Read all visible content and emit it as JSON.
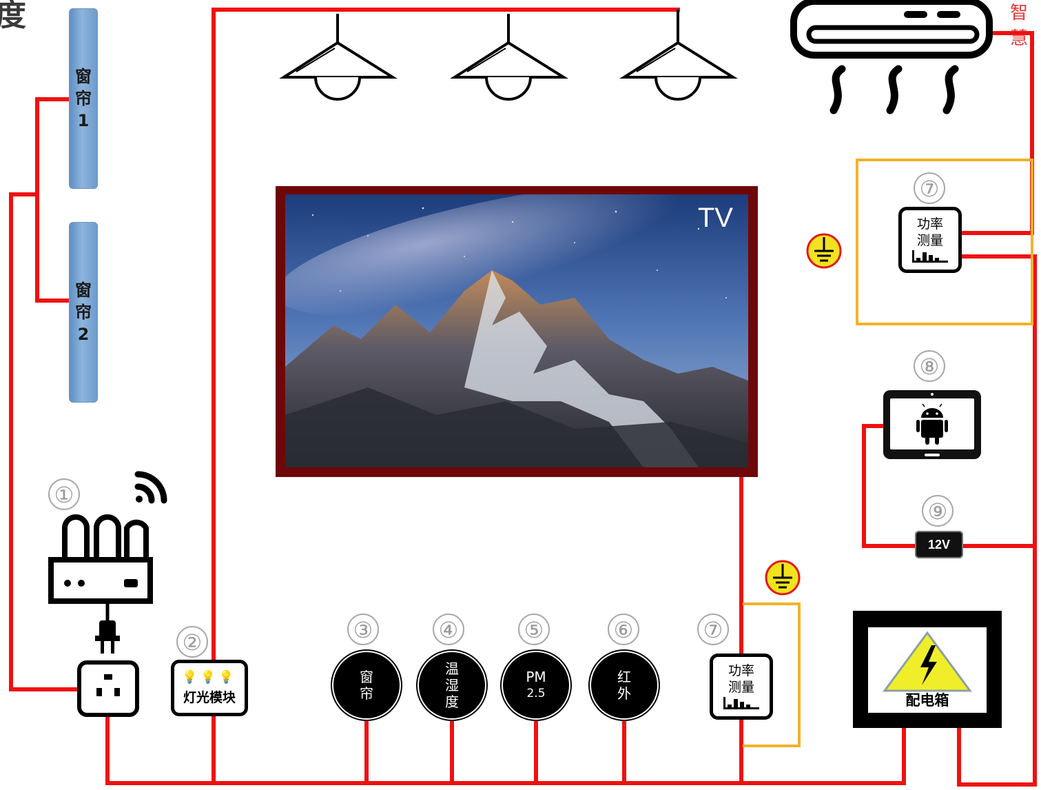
{
  "logo_text": "度",
  "brand_text": "智慧",
  "curtains": [
    {
      "chars": [
        "窗",
        "帘",
        "1"
      ]
    },
    {
      "chars": [
        "窗",
        "帘",
        "2"
      ]
    }
  ],
  "tv": {
    "label": "TV"
  },
  "numbers": {
    "n1": "①",
    "n2": "②",
    "n3": "③",
    "n4": "④",
    "n5": "⑤",
    "n6": "⑥",
    "n7a": "⑦",
    "n7b": "⑦",
    "n8": "⑧",
    "n9": "⑨"
  },
  "light_module": {
    "bulbs": "💡💡💡",
    "label": "灯光模块"
  },
  "sensors": [
    {
      "line1": "窗",
      "line2": "帘"
    },
    {
      "line1": "温",
      "line2": "湿",
      "line3": "度"
    },
    {
      "line1": "PM",
      "line2": "2.5"
    },
    {
      "line1": "红",
      "line2": "外"
    }
  ],
  "power_meter": {
    "line1": "功率",
    "line2": "测量"
  },
  "power_supply": {
    "label": "12V"
  },
  "distribution_box": {
    "label": "配电箱"
  },
  "colors": {
    "wire": "#ee1111",
    "ground_wire": "#f2b22a",
    "tv_frame": "#6e0808",
    "curtain": "#7fa8d6"
  },
  "icons": [
    "router-icon",
    "wifi-icon",
    "plug-icon",
    "outlet-icon",
    "ceiling-lamp-icon",
    "air-conditioner-icon",
    "android-icon",
    "ground-icon",
    "lightning-warning-icon"
  ]
}
